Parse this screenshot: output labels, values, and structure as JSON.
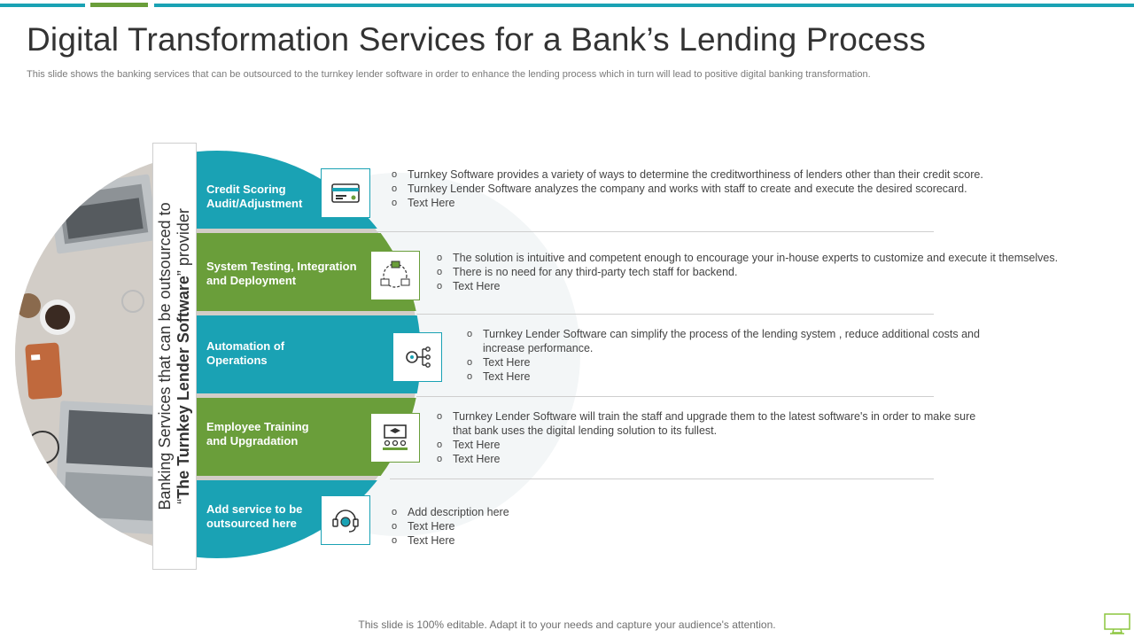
{
  "header": {
    "title": "Digital Transformation Services for a Bank’s Lending Process",
    "subtitle": "This slide shows the banking services that can be outsourced to the turnkey lender software in order to enhance the lending process which in turn will lead to positive digital banking transformation."
  },
  "side_label": {
    "line1": "Banking Services that can be outsourced to",
    "line2_open": "“",
    "line2_bold": "The Turnkey Lender Software",
    "line2_close": "” provider"
  },
  "colors": {
    "teal": "#1aa2b4",
    "green": "#6a9e3a"
  },
  "services": [
    {
      "label_line1": "Credit Scoring",
      "label_line2": "Audit/Adjustment",
      "icon": "credit-card-icon",
      "bullets": [
        "Turnkey Software provides a variety of ways to determine the creditworthiness of lenders other than their credit score.",
        "Turnkey Lender Software analyzes the company and works with staff to create and execute the desired scorecard.",
        "Text Here"
      ]
    },
    {
      "label_line1": "System Testing, Integration",
      "label_line2": "and Deployment",
      "icon": "integration-cycle-icon",
      "bullets": [
        "The solution is intuitive and competent enough to encourage your in-house experts to customize and execute it themselves.",
        "There is no need for any third-party tech staff for backend.",
        "Text Here"
      ]
    },
    {
      "label_line1": "Automation of",
      "label_line2": "Operations",
      "icon": "automation-gear-icon",
      "bullets": [
        "Turnkey Lender Software can simplify the process of the lending system , reduce additional costs and increase performance.",
        "Text Here",
        "Text Here"
      ]
    },
    {
      "label_line1": "Employee Training",
      "label_line2": "and Upgradation",
      "icon": "training-board-icon",
      "bullets": [
        "Turnkey Lender Software will train the staff and upgrade them to the latest software's in order to make sure that bank uses the digital lending solution to its fullest.",
        "Text Here",
        "Text Here"
      ]
    },
    {
      "label_line1": "Add service to be",
      "label_line2": "outsourced here",
      "icon": "support-headset-icon",
      "bullets": [
        "Add description here",
        "Text Here",
        "Text Here"
      ]
    }
  ],
  "footer": {
    "text": "This slide is 100% editable. Adapt it to your needs and capture your audience's attention."
  }
}
